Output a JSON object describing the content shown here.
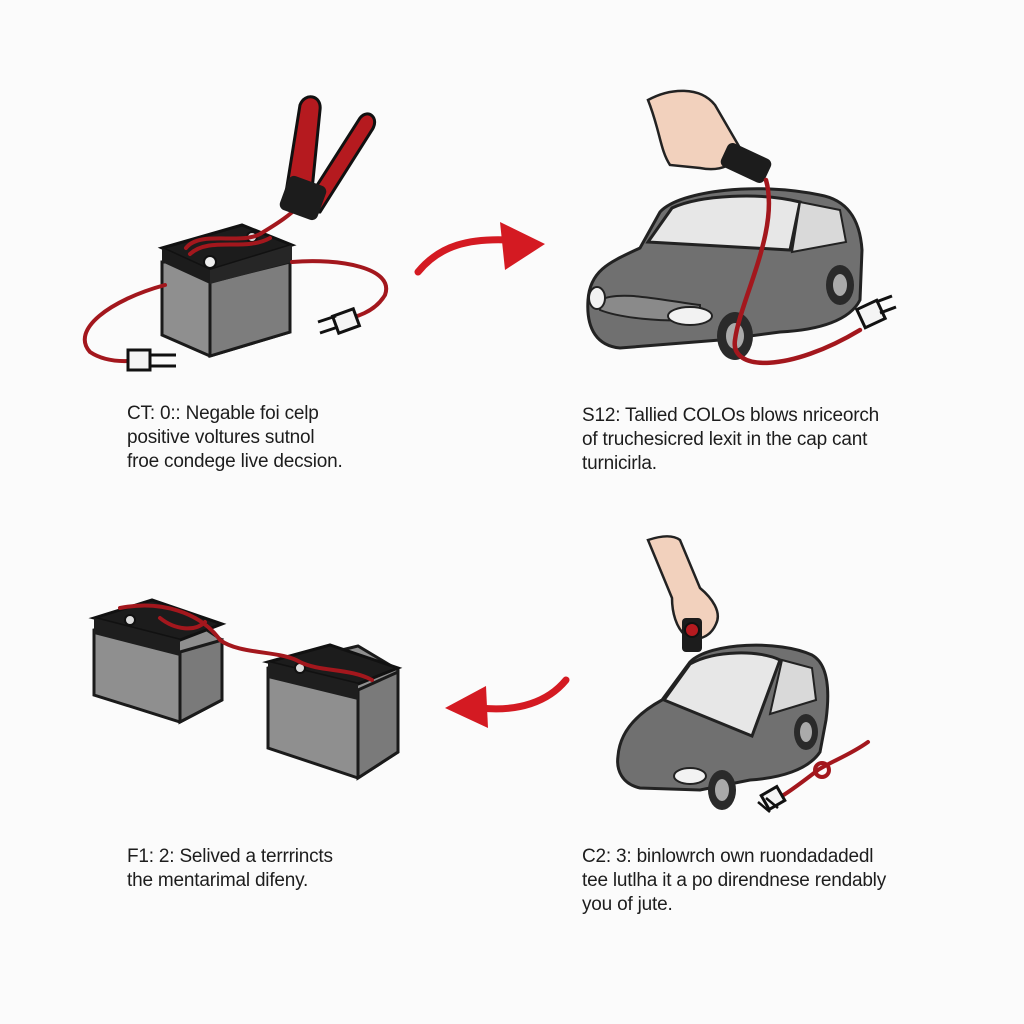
{
  "steps": [
    {
      "caption": [
        "CT: 0:: Negable foi celp",
        "positive voltures sutnol",
        "froe condege live decsion."
      ]
    },
    {
      "caption": [
        "S12: Tallied COLOs blows nriceorch",
        "of truchesicred lexit in the cap cant",
        "turnicirla."
      ]
    },
    {
      "caption": [
        "F1: 2: Selived a terrrincts",
        "the mentarimal difeny."
      ]
    },
    {
      "caption": [
        "C2: 3: binlowrch own ruondadadedl",
        "tee lutlha it a po direndnese rendably",
        "you of jute."
      ]
    }
  ],
  "colors": {
    "cable": "#b01820",
    "arrow": "#d41a22",
    "battery_body": "#8e8e8e",
    "battery_top": "#1b1b1b",
    "car": "#6f6f6f"
  }
}
